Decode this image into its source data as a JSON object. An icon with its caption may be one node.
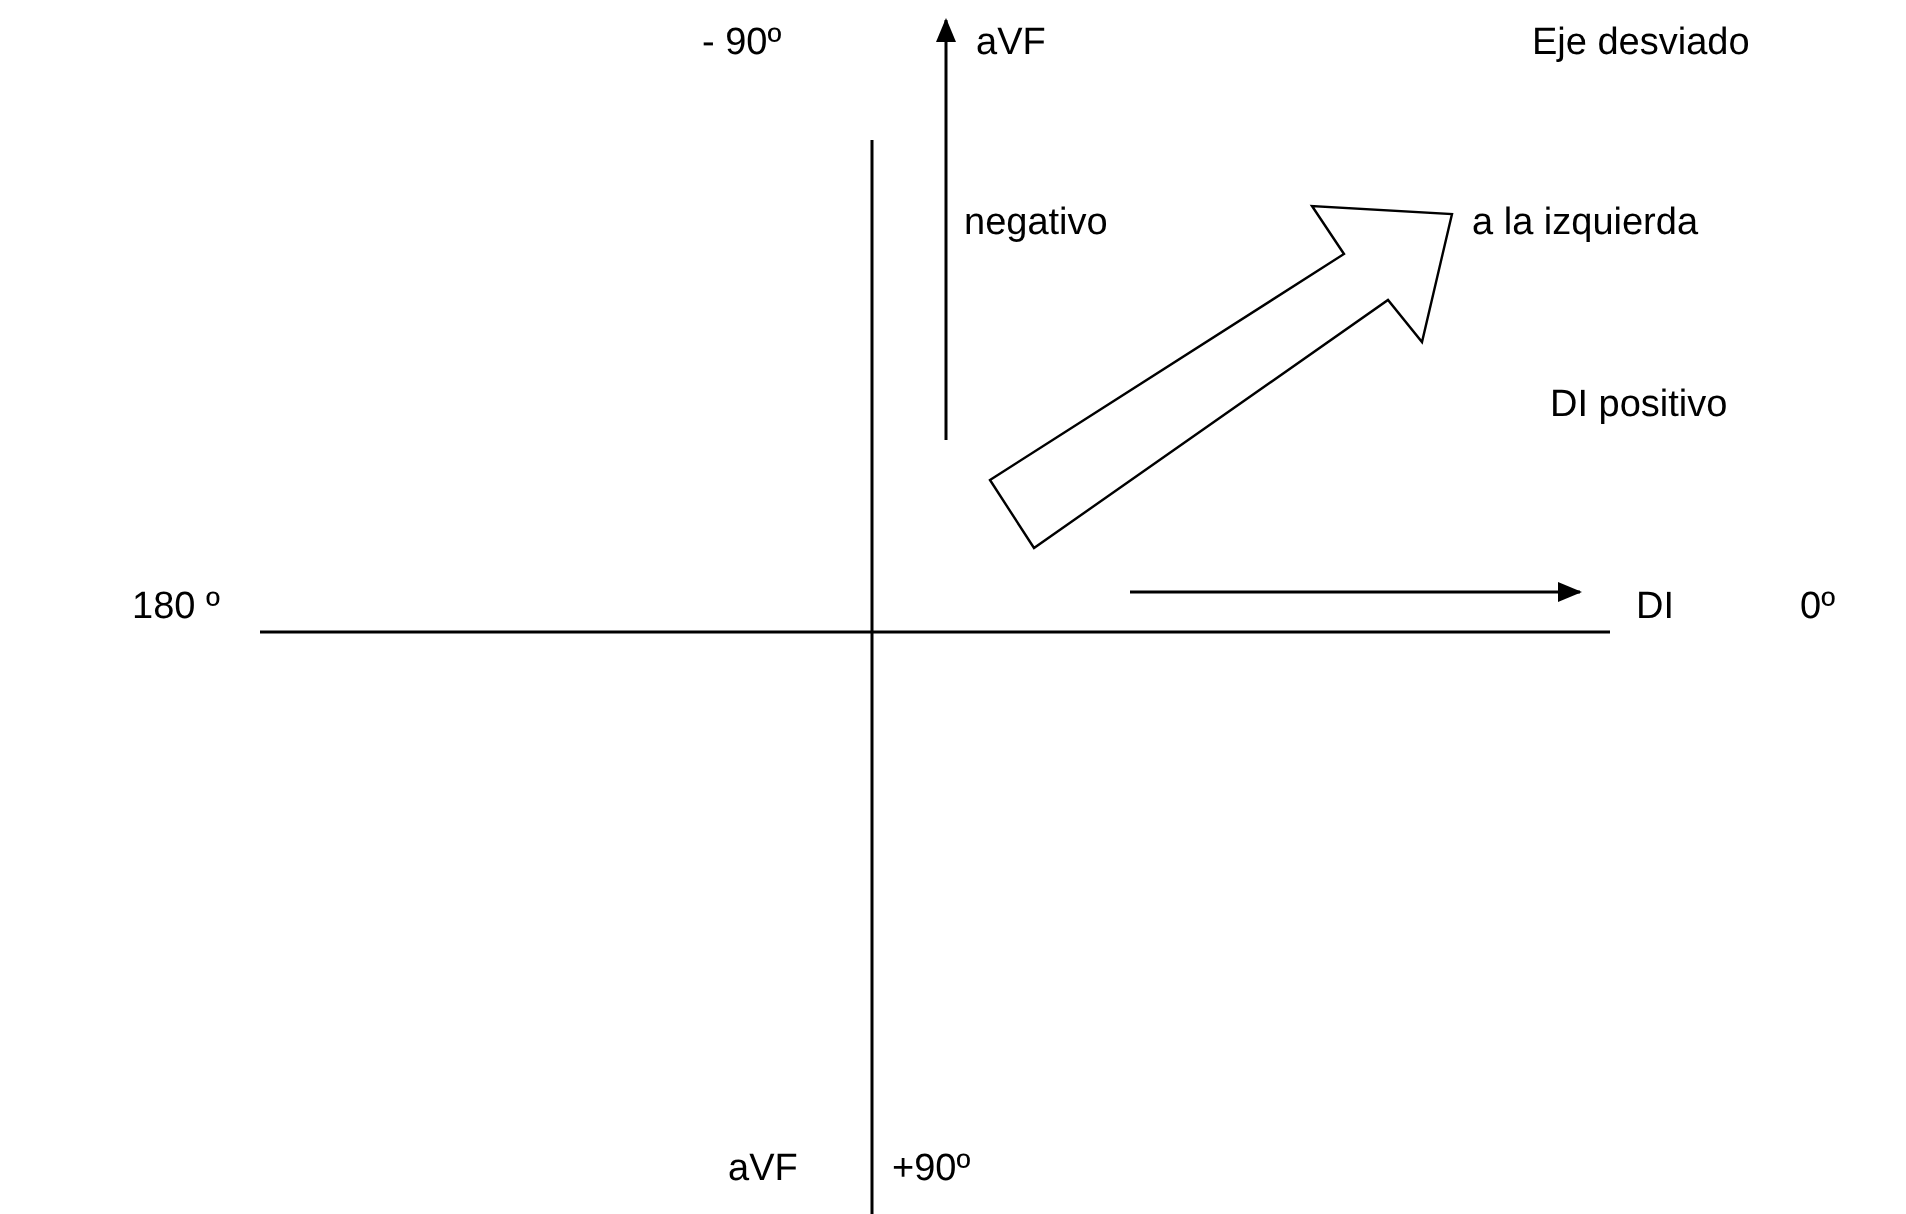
{
  "diagram": {
    "labels": [
      "- 90º",
      "aVF",
      "Eje desviado",
      "negativo",
      "a la izquierda",
      "DI positivo",
      "180 º",
      "DI",
      "0º",
      "aVF",
      "+90º"
    ]
  }
}
